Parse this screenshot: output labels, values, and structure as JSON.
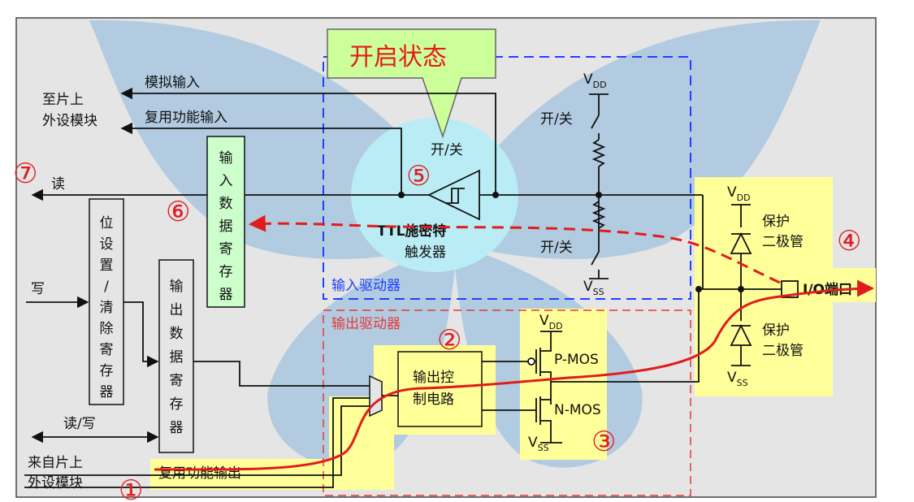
{
  "colors": {
    "panel_bg": "#e5e5e5",
    "butterfly": "#a9c7e0",
    "highlight": "#ffff99",
    "callout_green": "#ccff99",
    "schmitt_circle": "#b9ecf5",
    "input_box": "#ccffcc",
    "accent_red": "#e21c1c",
    "input_driver_border": "#1f3fff",
    "output_driver_border": "#e53935"
  },
  "callout": {
    "title": "开启状态"
  },
  "left_labels": {
    "to_peripheral_line1": "至片上",
    "to_peripheral_line2": "外设模块",
    "from_peripheral_line1": "来自片上",
    "from_peripheral_line2": "外设模块"
  },
  "signals": {
    "analog_in": "模拟输入",
    "alt_func_in": "复用功能输入",
    "read": "读",
    "write": "写",
    "read_write": "读/写",
    "alt_func_out": "复用功能输出"
  },
  "blocks": {
    "input_data_reg": [
      "输",
      "入",
      "数",
      "据",
      "寄",
      "存",
      "器"
    ],
    "bit_set_clear_reg": [
      "位",
      "设",
      "置",
      "/",
      "清",
      "除",
      "寄",
      "存",
      "器"
    ],
    "output_data_reg": [
      "输",
      "出",
      "数",
      "据",
      "寄",
      "存",
      "器"
    ],
    "output_control_line1": "输出控",
    "output_control_line2": "制电路",
    "input_driver": "输入驱动器",
    "output_driver": "输出驱动器",
    "schmitt_line1": "TTL施密特",
    "schmitt_line2": "触发器",
    "switch_label": "开/关",
    "pmos": "P-MOS",
    "nmos": "N-MOS",
    "diode_line1": "保护",
    "diode_line2": "二极管",
    "io_port": "I/O端口"
  },
  "supply": {
    "v": "V",
    "dd": "DD",
    "ss": "SS"
  },
  "markers": [
    "①",
    "②",
    "③",
    "④",
    "⑤",
    "⑥",
    "⑦"
  ]
}
